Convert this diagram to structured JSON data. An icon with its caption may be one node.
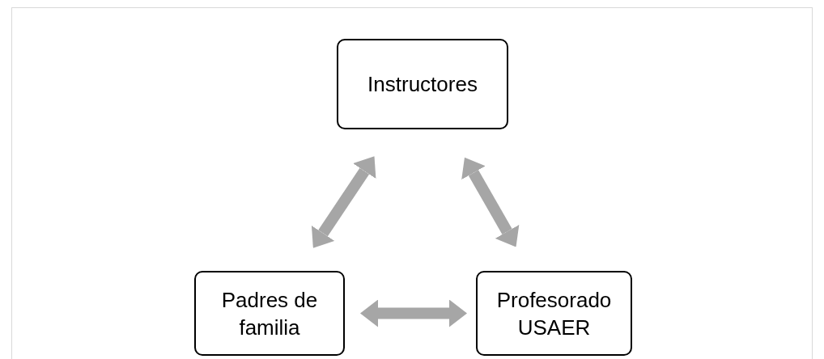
{
  "diagram": {
    "nodes": [
      {
        "text": [
          "Instructores"
        ]
      },
      {
        "text": [
          "Padres de familia"
        ]
      },
      {
        "text": [
          "Profesorado USAER"
        ]
      }
    ],
    "edges": [
      {
        "from": 0,
        "to": 1,
        "arrow": "both"
      },
      {
        "from": 0,
        "to": 2,
        "arrow": "both"
      },
      {
        "from": 1,
        "to": 2,
        "arrow": "both"
      }
    ]
  }
}
